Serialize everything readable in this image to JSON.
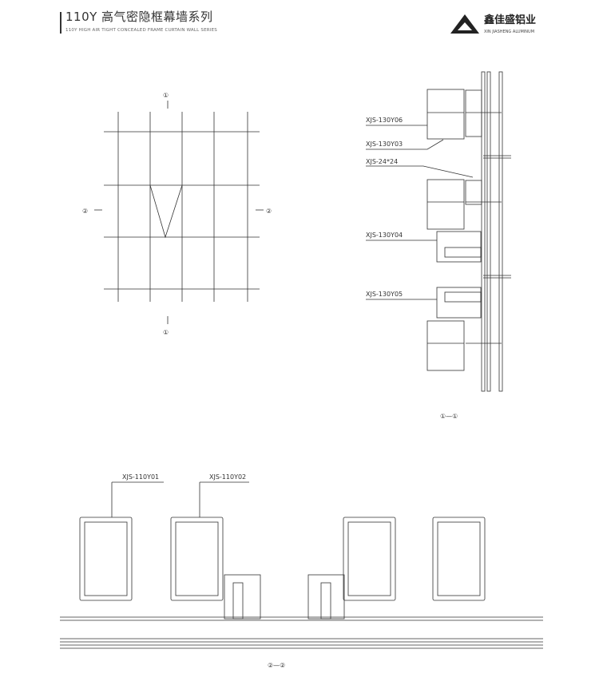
{
  "header": {
    "title": "110Y 高气密隐框幕墙系列",
    "subtitle": "110Y HIGH AIR TIGHT CONCEALED FRAME CURTAIN WALL SERIES",
    "logo_cn": "鑫佳盛铝业",
    "logo_en": "XIN JIASHENG ALUMINUM"
  },
  "elevation": {
    "marker_1": "①",
    "marker_2": "②"
  },
  "section_1_1": {
    "labels": [
      "XJS-130Y06",
      "XJS-130Y03",
      "XJS-24*24",
      "XJS-130Y04",
      "XJS-130Y05"
    ],
    "caption": "①—①"
  },
  "section_2_2": {
    "labels": [
      "XJS-110Y01",
      "XJS-110Y02"
    ],
    "caption": "②—②"
  }
}
